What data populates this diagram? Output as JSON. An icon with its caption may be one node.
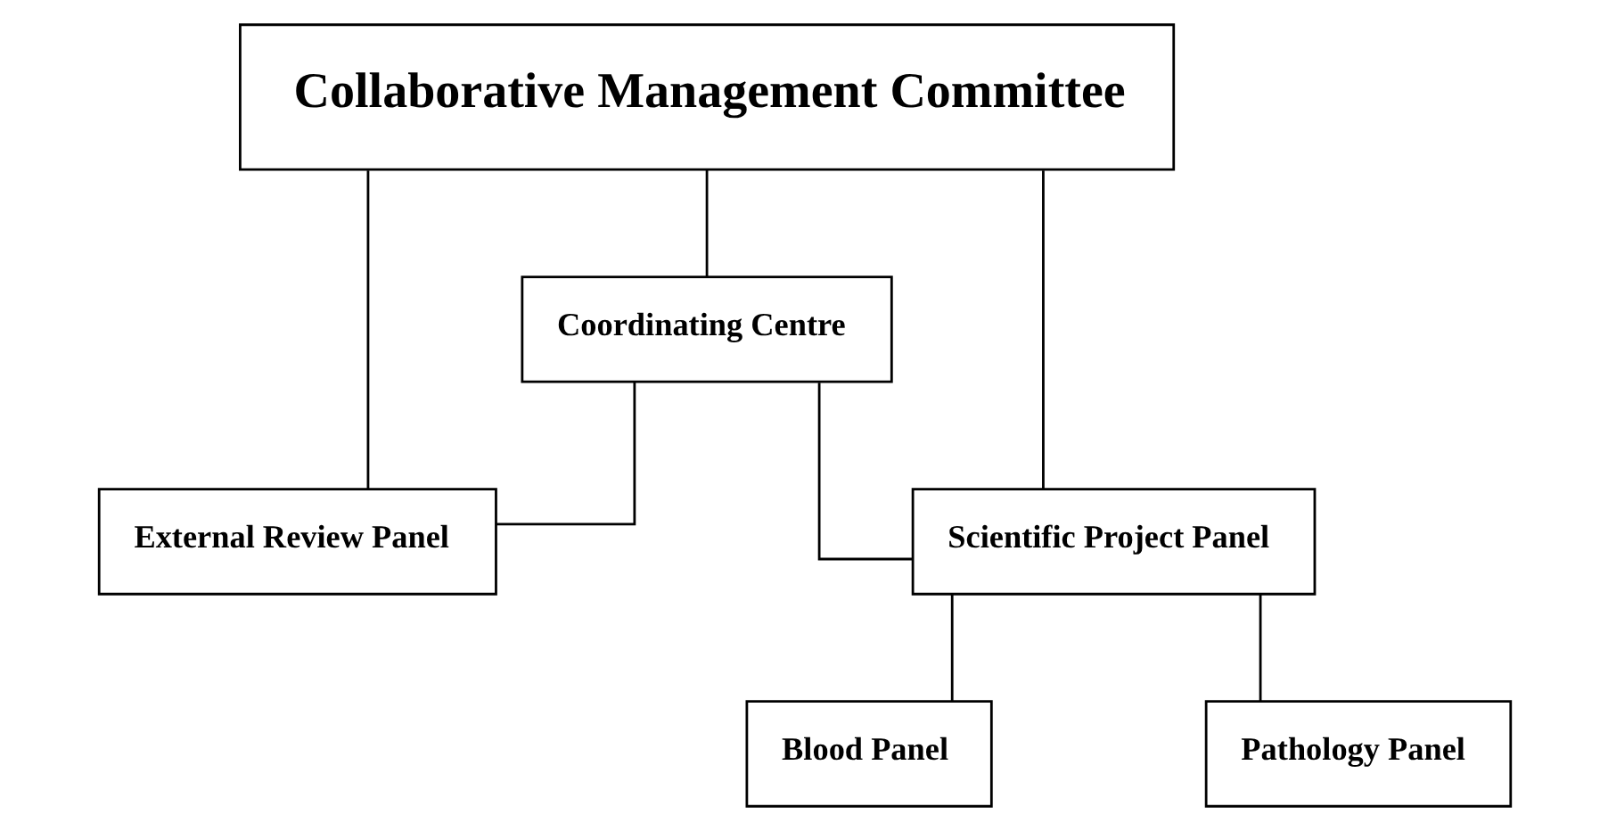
{
  "diagram": {
    "nodes": [
      {
        "text": [
          "Collaborative Management Committee"
        ]
      },
      {
        "text": [
          "Coordinating Centre"
        ]
      },
      {
        "text": [
          "External Review Panel"
        ]
      },
      {
        "text": [
          "Scientific Project Panel"
        ]
      },
      {
        "text": [
          "Blood Panel"
        ]
      },
      {
        "text": [
          "Pathology Panel"
        ]
      }
    ],
    "edges": [
      {
        "from": 0,
        "to": 2,
        "arrow": "none"
      },
      {
        "from": 0,
        "to": 1,
        "arrow": "none"
      },
      {
        "from": 0,
        "to": 3,
        "arrow": "none"
      },
      {
        "from": 1,
        "to": 2,
        "arrow": "none"
      },
      {
        "from": 1,
        "to": 3,
        "arrow": "none"
      },
      {
        "from": 3,
        "to": 4,
        "arrow": "none"
      },
      {
        "from": 3,
        "to": 5,
        "arrow": "none"
      }
    ]
  }
}
